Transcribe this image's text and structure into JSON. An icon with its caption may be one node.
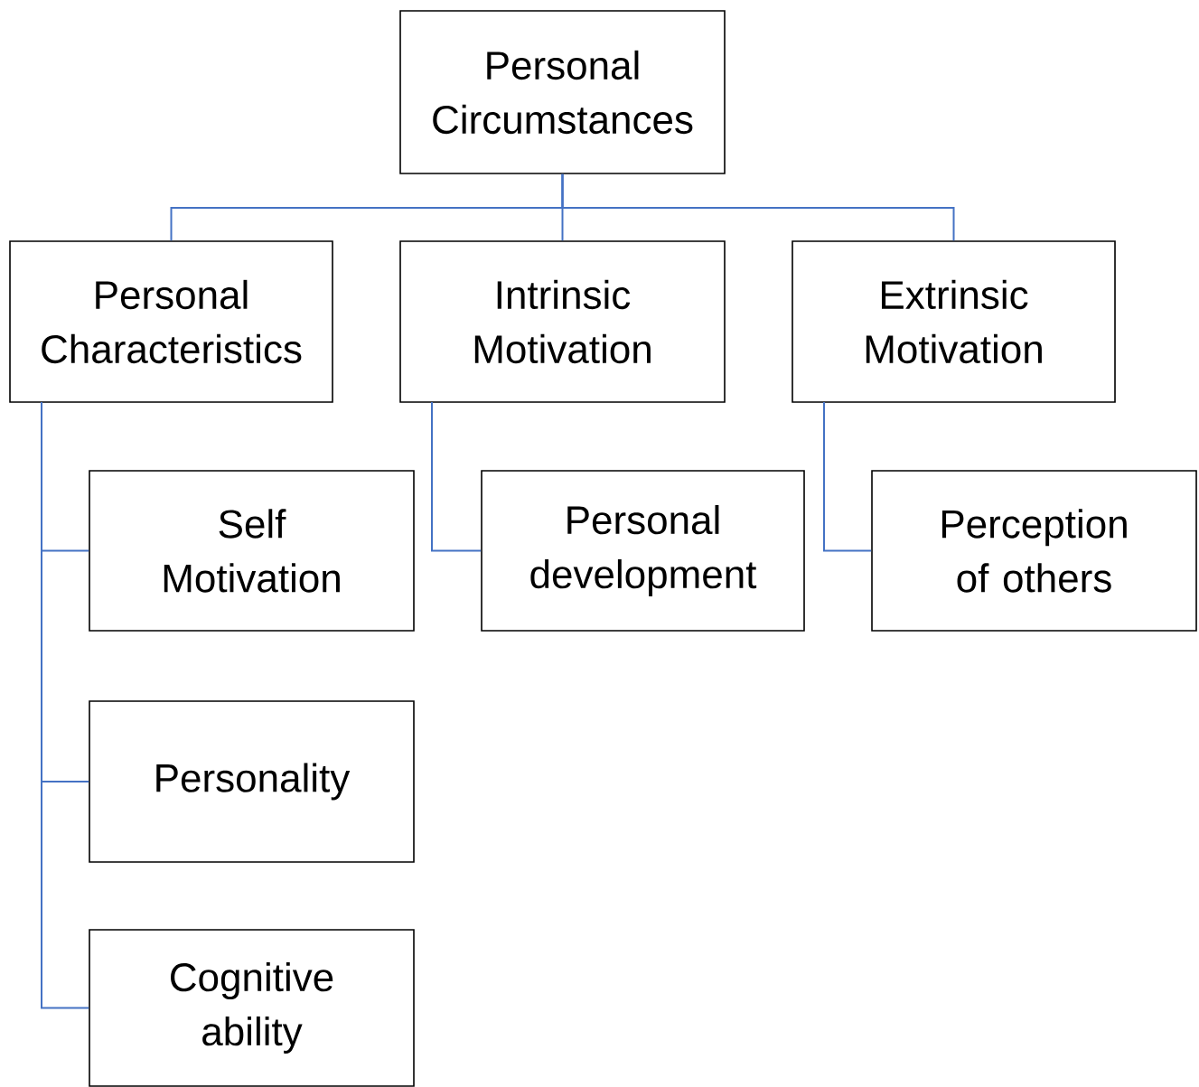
{
  "diagram": {
    "nodes": [
      {
        "text": [
          "Personal Circumstances"
        ]
      },
      {
        "text": [
          "Personal Characteristics"
        ]
      },
      {
        "text": [
          "Intrinsic Motivation"
        ]
      },
      {
        "text": [
          "Extrinsic Motivation"
        ]
      },
      {
        "text": [
          "Self Motivation"
        ]
      },
      {
        "text": [
          "Personal development"
        ]
      },
      {
        "text": [
          "Perception of others"
        ]
      },
      {
        "text": [
          "Personality"
        ]
      },
      {
        "text": [
          "Cognitive ability"
        ]
      }
    ],
    "edges": [
      {
        "from": 0,
        "to": 1,
        "arrow": "none"
      },
      {
        "from": 0,
        "to": 2,
        "arrow": "none"
      },
      {
        "from": 0,
        "to": 3,
        "arrow": "none"
      },
      {
        "from": 1,
        "to": 4,
        "arrow": "none"
      },
      {
        "from": 2,
        "to": 5,
        "arrow": "none"
      },
      {
        "from": 3,
        "to": 6,
        "arrow": "none"
      },
      {
        "from": 1,
        "to": 7,
        "arrow": "none"
      },
      {
        "from": 1,
        "to": 8,
        "arrow": "none"
      }
    ]
  }
}
